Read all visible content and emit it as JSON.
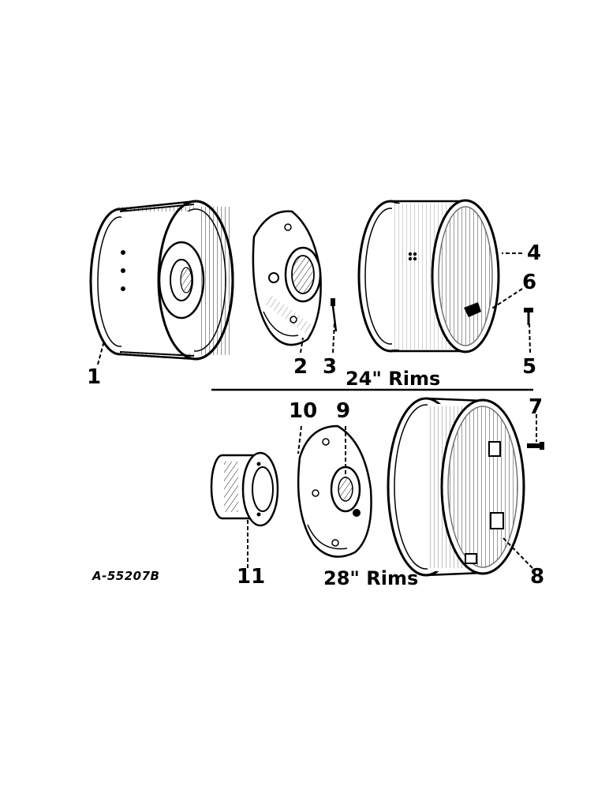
{
  "figure_id": "A-55207B",
  "captions": {
    "rims_24": "24\" Rims",
    "rims_28": "28\" Rims"
  },
  "callouts": [
    "1",
    "2",
    "3",
    "4",
    "5",
    "6",
    "7",
    "8",
    "9",
    "10",
    "11"
  ],
  "colors": {
    "ink": "#000000",
    "paper": "#ffffff"
  }
}
